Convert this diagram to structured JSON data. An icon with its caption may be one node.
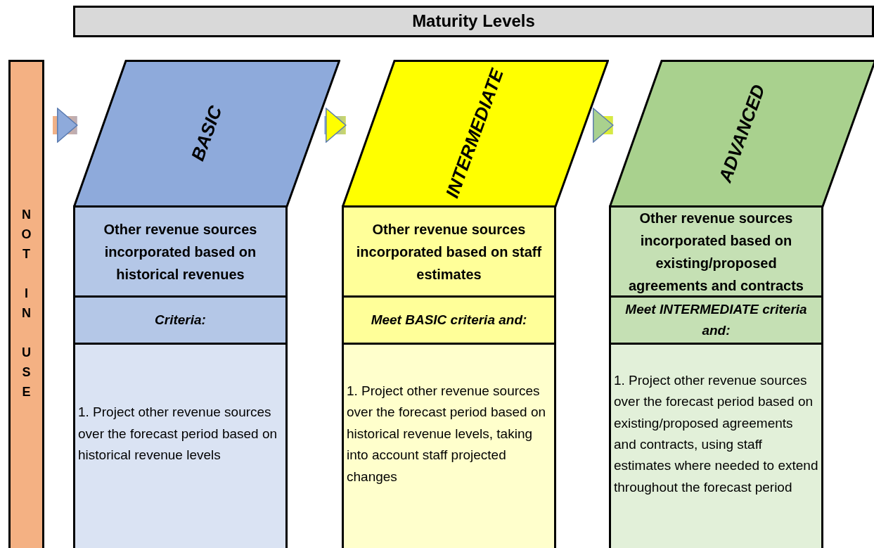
{
  "diagram": {
    "nodes": [
      {
        "text": [
          "Maturity Levels"
        ]
      },
      {
        "text": [
          "NOT IN USE"
        ]
      },
      {
        "text": [
          "BASIC"
        ]
      },
      {
        "text": [
          "Other revenue sources incorporated based on historical revenues"
        ]
      },
      {
        "text": [
          "Criteria:"
        ]
      },
      {
        "text": [
          "1. Project other revenue sources over the forecast period based on historical revenue levels"
        ]
      },
      {
        "text": [
          "INTERMEDIATE"
        ]
      },
      {
        "text": [
          "Other revenue sources incorporated based on staff estimates"
        ]
      },
      {
        "text": [
          "Meet BASIC criteria and:"
        ]
      },
      {
        "text": [
          "1. Project other revenue sources over the forecast period based on historical revenue levels, taking into account staff projected changes"
        ]
      },
      {
        "text": [
          "ADVANCED"
        ]
      },
      {
        "text": [
          "Other revenue sources incorporated based on existing/proposed agreements and contracts"
        ]
      },
      {
        "text": [
          "Meet INTERMEDIATE criteria and:"
        ]
      },
      {
        "text": [
          "1. Project other revenue sources over the forecast period based on existing/proposed agreements and contracts, using staff estimates where needed to extend throughout the forecast period"
        ]
      }
    ],
    "edges": [
      {
        "from": 1,
        "to": 2,
        "arrow": "to"
      },
      {
        "from": 2,
        "to": 6,
        "arrow": "to"
      },
      {
        "from": 6,
        "to": 10,
        "arrow": "to"
      }
    ]
  }
}
